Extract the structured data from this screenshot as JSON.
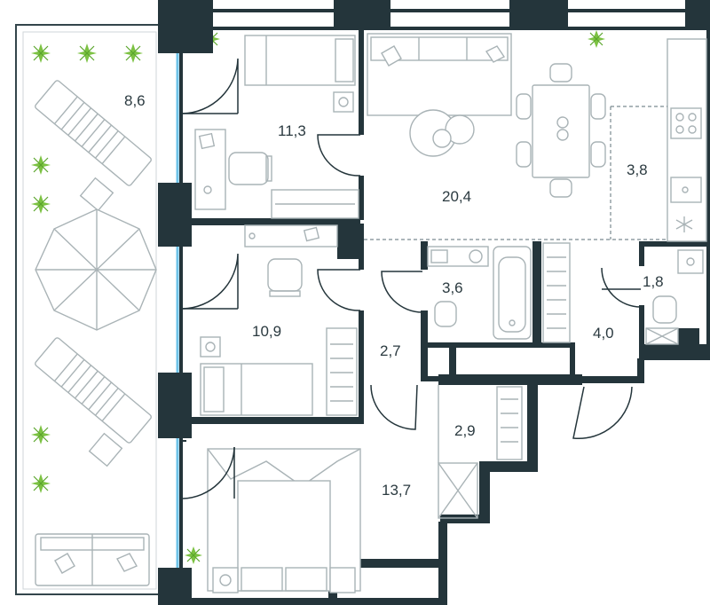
{
  "plan": {
    "rooms": [
      {
        "id": "terrace",
        "area": "8,6"
      },
      {
        "id": "bedroom-1",
        "area": "11,3"
      },
      {
        "id": "living-room",
        "area": "20,4"
      },
      {
        "id": "kitchen",
        "area": "3,8"
      },
      {
        "id": "bedroom-2",
        "area": "10,9"
      },
      {
        "id": "bathroom",
        "area": "3,6"
      },
      {
        "id": "hallway",
        "area": "2,7"
      },
      {
        "id": "toilet",
        "area": "1,8"
      },
      {
        "id": "entrance-hall",
        "area": "4,0"
      },
      {
        "id": "closet",
        "area": "2,9"
      },
      {
        "id": "bedroom-3",
        "area": "13,7"
      }
    ],
    "colors": {
      "wall": "#24353b",
      "glazing": "#6ec3e8",
      "furniture": "#a9b3b6",
      "plants": "#7cc242",
      "label": "#2b3a40"
    }
  }
}
